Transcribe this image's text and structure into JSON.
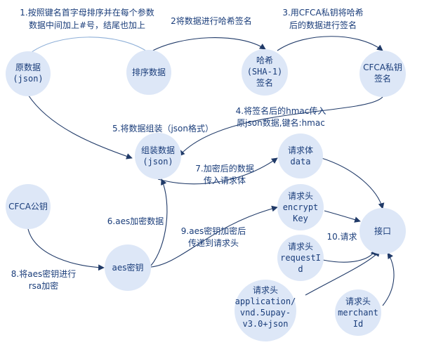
{
  "nodes": {
    "raw_data": [
      "原数据",
      "(json)"
    ],
    "sorted_data": [
      "排序数据"
    ],
    "hash": [
      "哈希",
      "(SHA-1)",
      "签名"
    ],
    "cfca_private_key": [
      "CFCA私钥",
      "签名"
    ],
    "assembled_data": [
      "组装数据",
      "(json)"
    ],
    "request_body": [
      "请求体",
      "data"
    ],
    "cfca_public_key": [
      "CFCA公钥"
    ],
    "encrypt_key": [
      "请求头",
      "encrypt",
      "Key"
    ],
    "interface": [
      "接口"
    ],
    "aes_key": [
      "aes密钥"
    ],
    "request_id": [
      "请求头",
      "requestI",
      "d"
    ],
    "content_type": [
      "请求头",
      "application/",
      "vnd.5upay-",
      "v3.0+json"
    ],
    "merchant_id": [
      "请求头",
      "merchant",
      "Id"
    ]
  },
  "edge_labels": {
    "step1": [
      "1.按照键名首字母排序并在每个参数",
      "数据中间加上#号，结尾也加上"
    ],
    "step2": [
      "2将数据进行哈希签名"
    ],
    "step3": [
      "3.用CFCA私钥将哈希",
      "后的数据进行签名"
    ],
    "step4": [
      "4.将签名后的hmac传入",
      "原json数据,键名:hmac"
    ],
    "step5": [
      "5.将数据组装（json格式）"
    ],
    "step6": [
      "6.aes加密数据"
    ],
    "step7": [
      "7.加密后的数据",
      "传入请求体"
    ],
    "step8": [
      "8.将aes密钥进行",
      "rsa加密"
    ],
    "step9": [
      "9.aes密钥加密后",
      "传递到请求头"
    ],
    "step10": [
      "10.请求"
    ]
  }
}
